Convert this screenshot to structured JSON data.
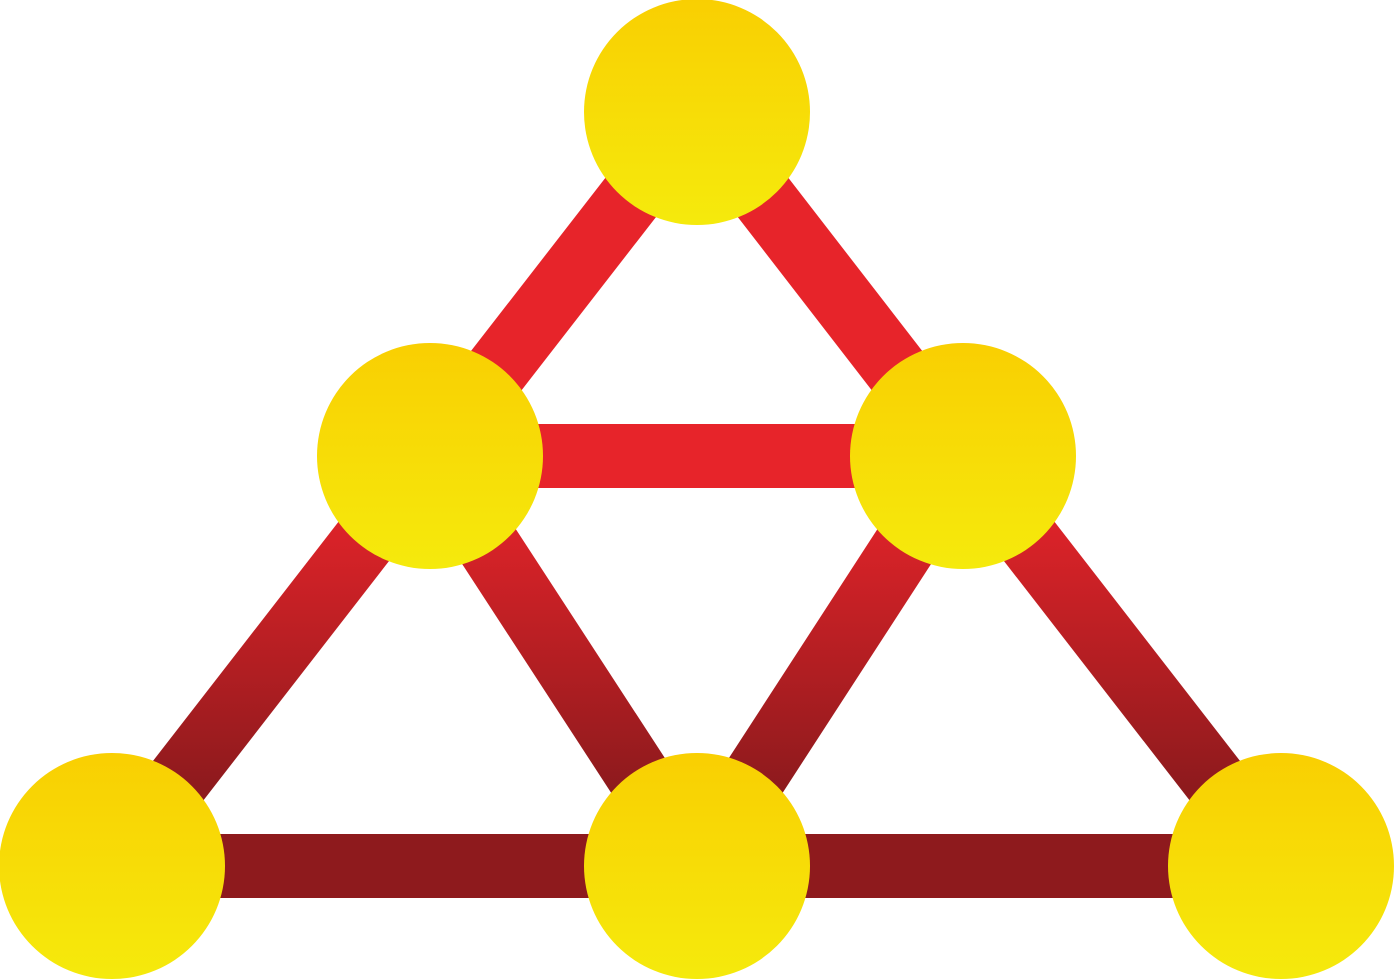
{
  "icon": {
    "name": "network-triangle-icon",
    "colors": {
      "node_gradient_top": "#f9cf02",
      "node_gradient_bottom": "#f5ea0c",
      "edge_upper": "#e7242a",
      "edge_lower": "#8e1a1d"
    },
    "nodes": [
      {
        "id": "top"
      },
      {
        "id": "middle-left"
      },
      {
        "id": "middle-right"
      },
      {
        "id": "bottom-left"
      },
      {
        "id": "bottom-center"
      },
      {
        "id": "bottom-right"
      }
    ],
    "edges": [
      {
        "from": "top",
        "to": "middle-left"
      },
      {
        "from": "top",
        "to": "middle-right"
      },
      {
        "from": "middle-left",
        "to": "middle-right"
      },
      {
        "from": "middle-left",
        "to": "bottom-left"
      },
      {
        "from": "middle-left",
        "to": "bottom-center"
      },
      {
        "from": "middle-right",
        "to": "bottom-center"
      },
      {
        "from": "middle-right",
        "to": "bottom-right"
      },
      {
        "from": "bottom-left",
        "to": "bottom-center"
      },
      {
        "from": "bottom-center",
        "to": "bottom-right"
      }
    ]
  }
}
